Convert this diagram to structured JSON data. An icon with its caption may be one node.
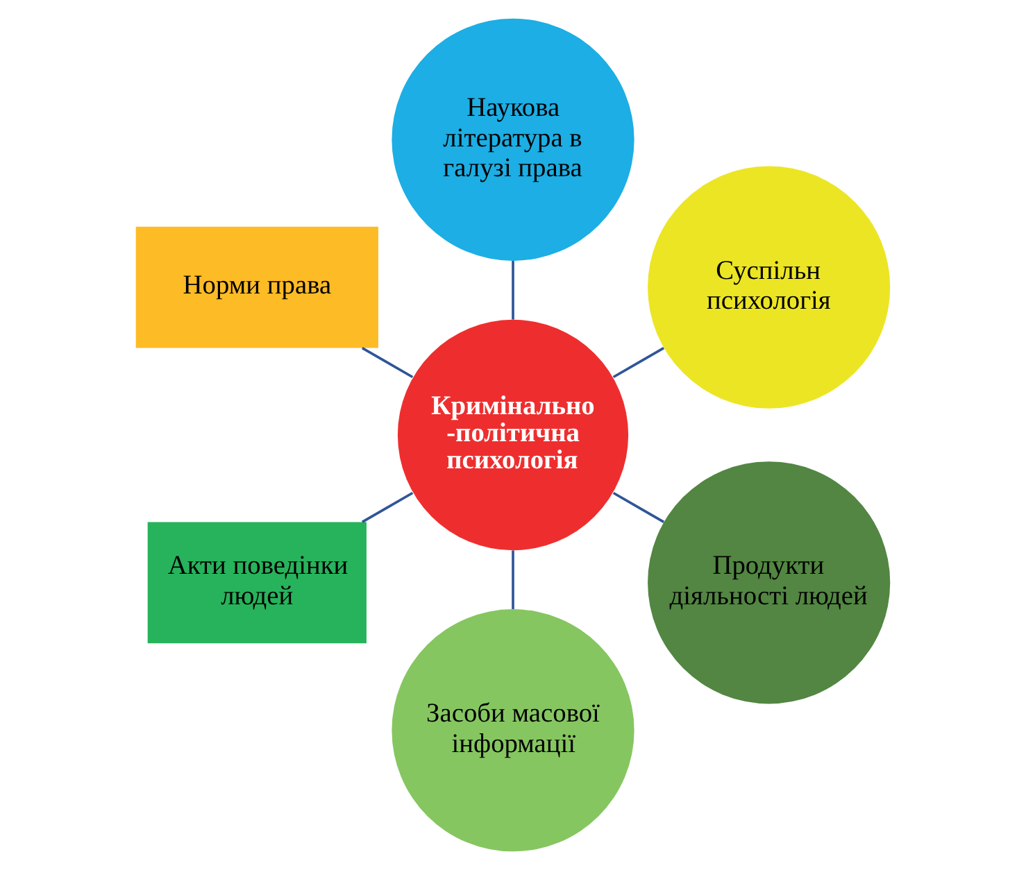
{
  "diagram": {
    "nodes": [
      {
        "text": [
          "Кримінально -політична психологія"
        ]
      },
      {
        "text": [
          "Суспільн психологія"
        ]
      },
      {
        "text": [
          "Наукова література в галузі права"
        ]
      },
      {
        "text": [
          "Норми права"
        ]
      },
      {
        "text": [
          "Акти поведінки людей"
        ]
      },
      {
        "text": [
          "Засоби масової інформації"
        ]
      },
      {
        "text": [
          "Продукти діяльності людей"
        ]
      }
    ],
    "edges": [
      {
        "from": 0,
        "to": 1,
        "arrow": "none"
      },
      {
        "from": 0,
        "to": 2,
        "arrow": "none"
      },
      {
        "from": 0,
        "to": 3,
        "arrow": "none"
      },
      {
        "from": 0,
        "to": 4,
        "arrow": "none"
      },
      {
        "from": 0,
        "to": 5,
        "arrow": "none"
      },
      {
        "from": 0,
        "to": 6,
        "arrow": "none"
      }
    ]
  }
}
